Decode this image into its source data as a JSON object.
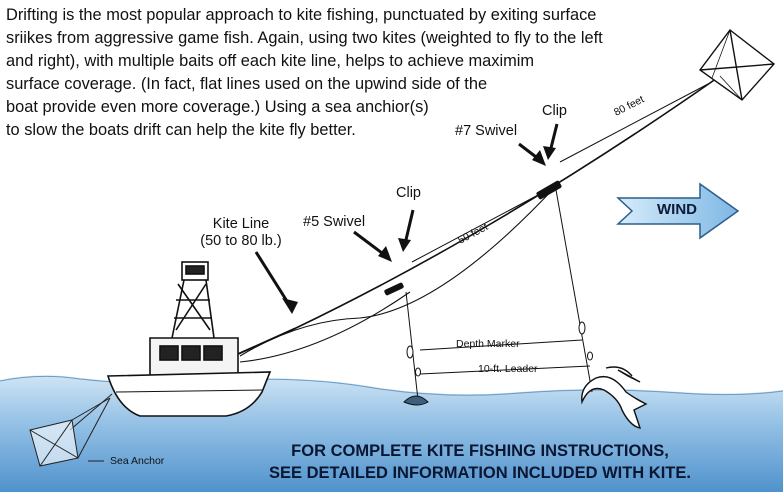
{
  "intro": {
    "lines": [
      "Drifting is the most popular approach to kite fishing, punctuated by exiting surface",
      "sriikes from aggressive game fish. Again, using two kites (weighted to fly to the left",
      "and right), with multiple baits off each kite line, helps to achieve maximim",
      "surface coverage. (In fact, flat lines used on the upwind side of the",
      "boat provide even more coverage.) Using a sea anchior(s)",
      "to slow the boats drift can help the kite fly better."
    ]
  },
  "labels": {
    "clip_upper": "Clip",
    "swivel_7": "#7 Swivel",
    "clip_lower": "Clip",
    "swivel_5": "#5 Swivel",
    "kite_line_title": "Kite Line",
    "kite_line_spec": "(50 to 80 lb.)",
    "distance_80": "80 feet",
    "distance_50": "50 feet",
    "depth_marker": "Depth Marker",
    "leader": "10-ft. Leader",
    "sea_anchor": "Sea Anchor",
    "wind": "WIND"
  },
  "footer": {
    "line1": "FOR COMPLETE KITE FISHING INSTRUCTIONS,",
    "line2": "SEE DETAILED INFORMATION INCLUDED WITH KITE."
  },
  "colors": {
    "water_top": "#b9d8ee",
    "water_bottom": "#5f9fd3",
    "wind_arrow": "#8ec4ea",
    "ink": "#111111",
    "footer_text": "#0b1633"
  }
}
